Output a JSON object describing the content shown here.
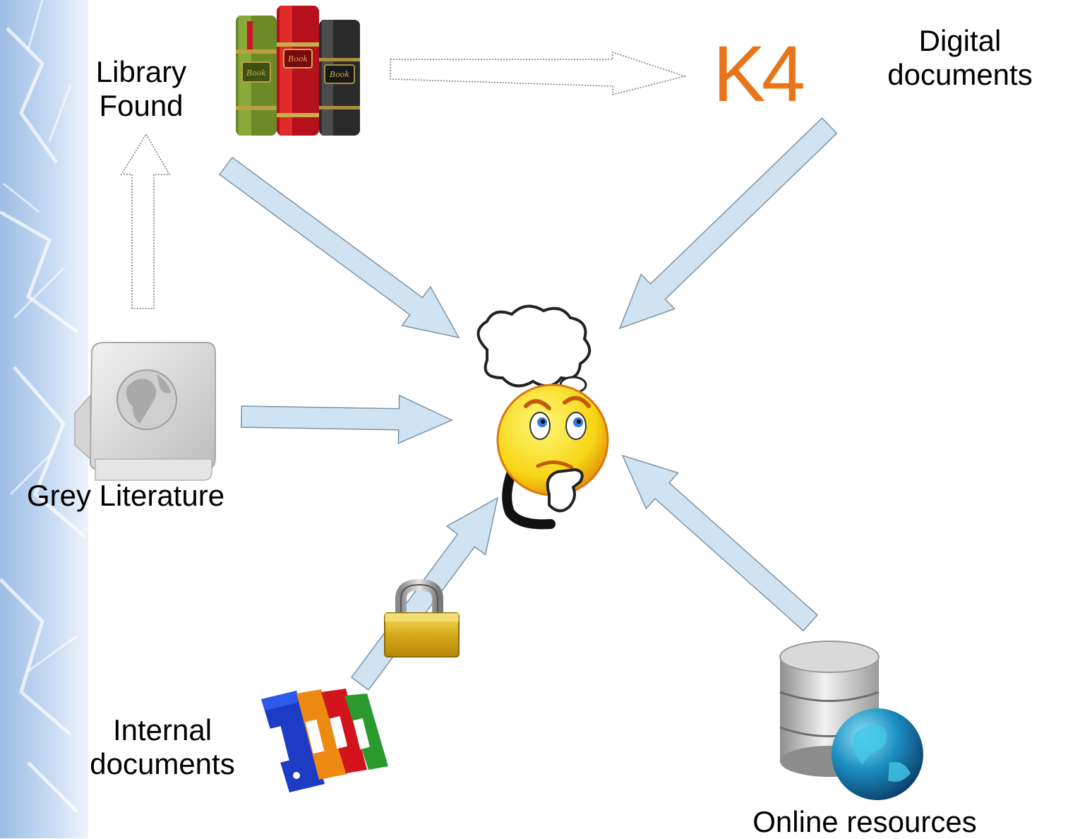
{
  "labels": {
    "library_found": [
      "Library",
      "Found"
    ],
    "digital_documents": [
      "Digital",
      "documents"
    ],
    "grey_literature": "Grey Literature",
    "internal_documents": [
      "Internal",
      "documents"
    ],
    "online_resources": "Online resources"
  },
  "logo": {
    "k4_text": "K4"
  },
  "book_spines": [
    "Book",
    "Book",
    "Book"
  ],
  "colors": {
    "arrow_fill": "#cfe3f2",
    "arrow_stroke": "#7d93a6",
    "k4_orange": "#e8751a",
    "side_band": "#bcd3ef"
  }
}
